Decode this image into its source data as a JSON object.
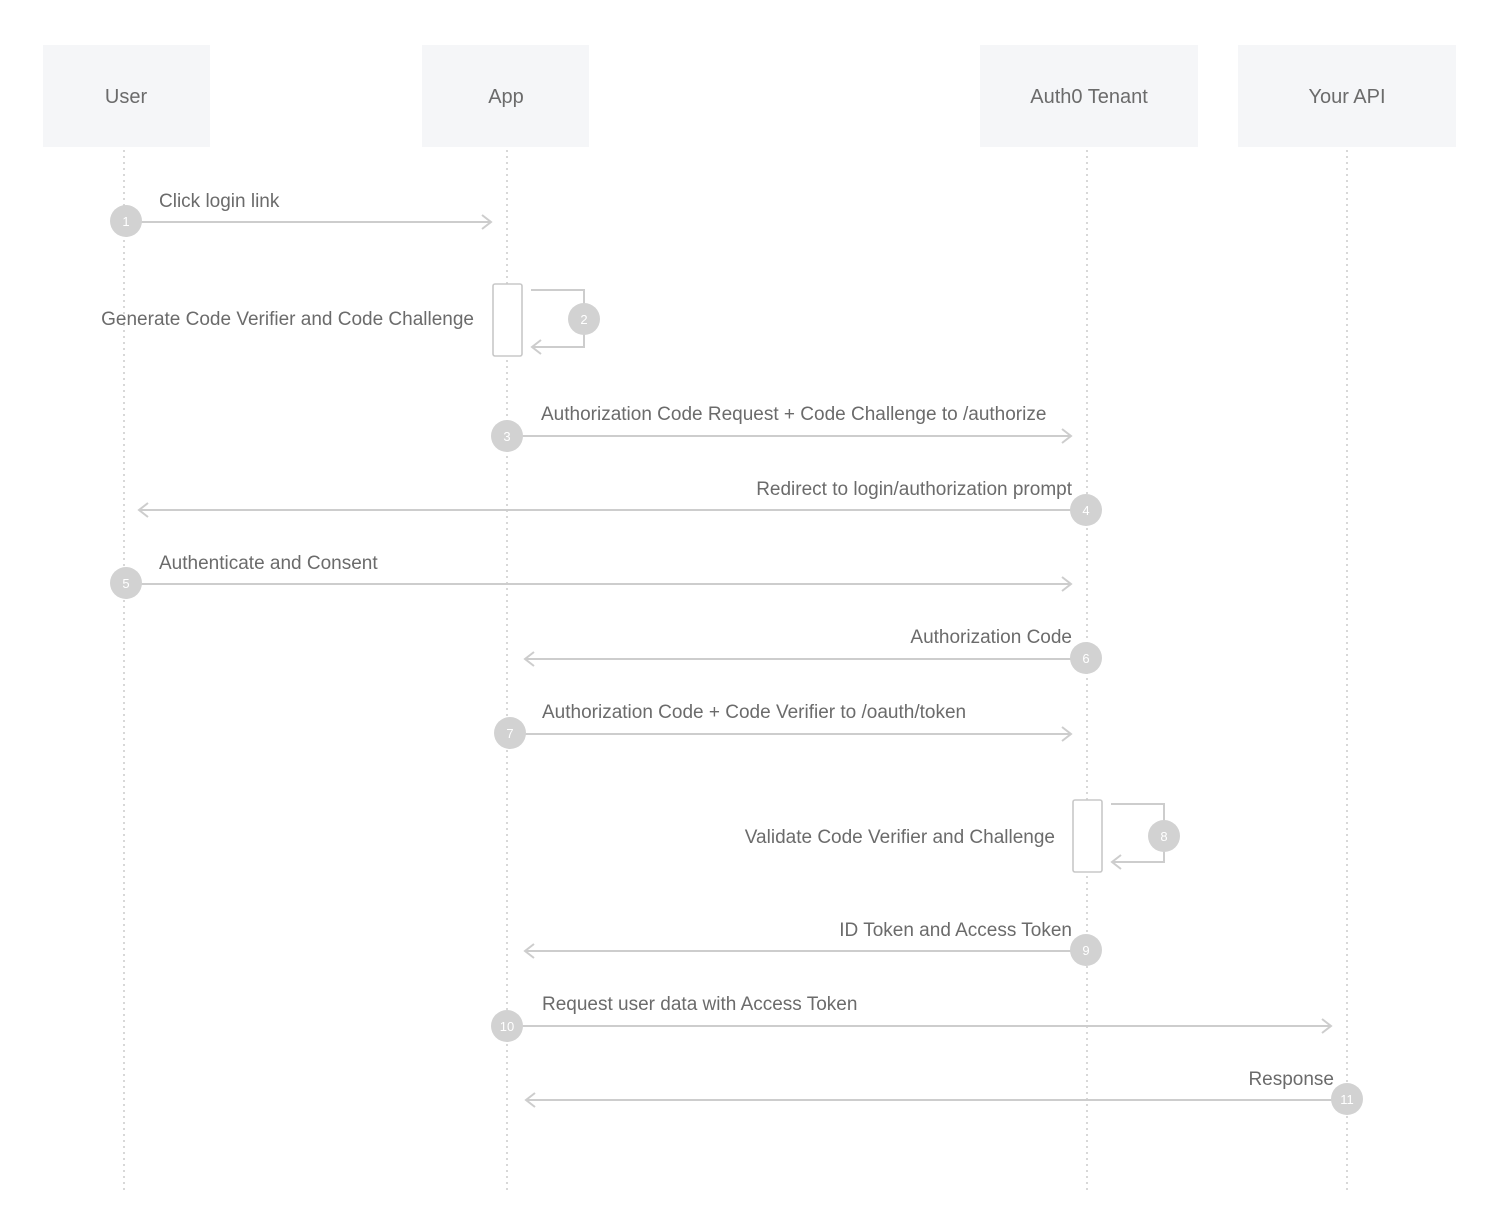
{
  "actors": [
    {
      "id": "user",
      "label": "User"
    },
    {
      "id": "app",
      "label": "App"
    },
    {
      "id": "tenant",
      "label": "Auth0 Tenant"
    },
    {
      "id": "api",
      "label": "Your API"
    }
  ],
  "messages": [
    {
      "step": "1",
      "from": "user",
      "to": "app",
      "label": "Click login link"
    },
    {
      "step": "2",
      "from": "app",
      "to": "app",
      "label": "Generate Code Verifier and Code Challenge",
      "self": true
    },
    {
      "step": "3",
      "from": "app",
      "to": "tenant",
      "label": "Authorization Code Request + Code Challenge to /authorize"
    },
    {
      "step": "4",
      "from": "tenant",
      "to": "user",
      "label": "Redirect to login/authorization prompt"
    },
    {
      "step": "5",
      "from": "user",
      "to": "tenant",
      "label": "Authenticate and Consent"
    },
    {
      "step": "6",
      "from": "tenant",
      "to": "app",
      "label": "Authorization Code"
    },
    {
      "step": "7",
      "from": "app",
      "to": "tenant",
      "label": "Authorization Code + Code Verifier to /oauth/token"
    },
    {
      "step": "8",
      "from": "tenant",
      "to": "tenant",
      "label": "Validate Code Verifier and Challenge",
      "self": true
    },
    {
      "step": "9",
      "from": "tenant",
      "to": "app",
      "label": "ID Token and Access Token"
    },
    {
      "step": "10",
      "from": "app",
      "to": "api",
      "label": "Request user data with Access Token"
    },
    {
      "step": "11",
      "from": "api",
      "to": "app",
      "label": "Response"
    }
  ]
}
